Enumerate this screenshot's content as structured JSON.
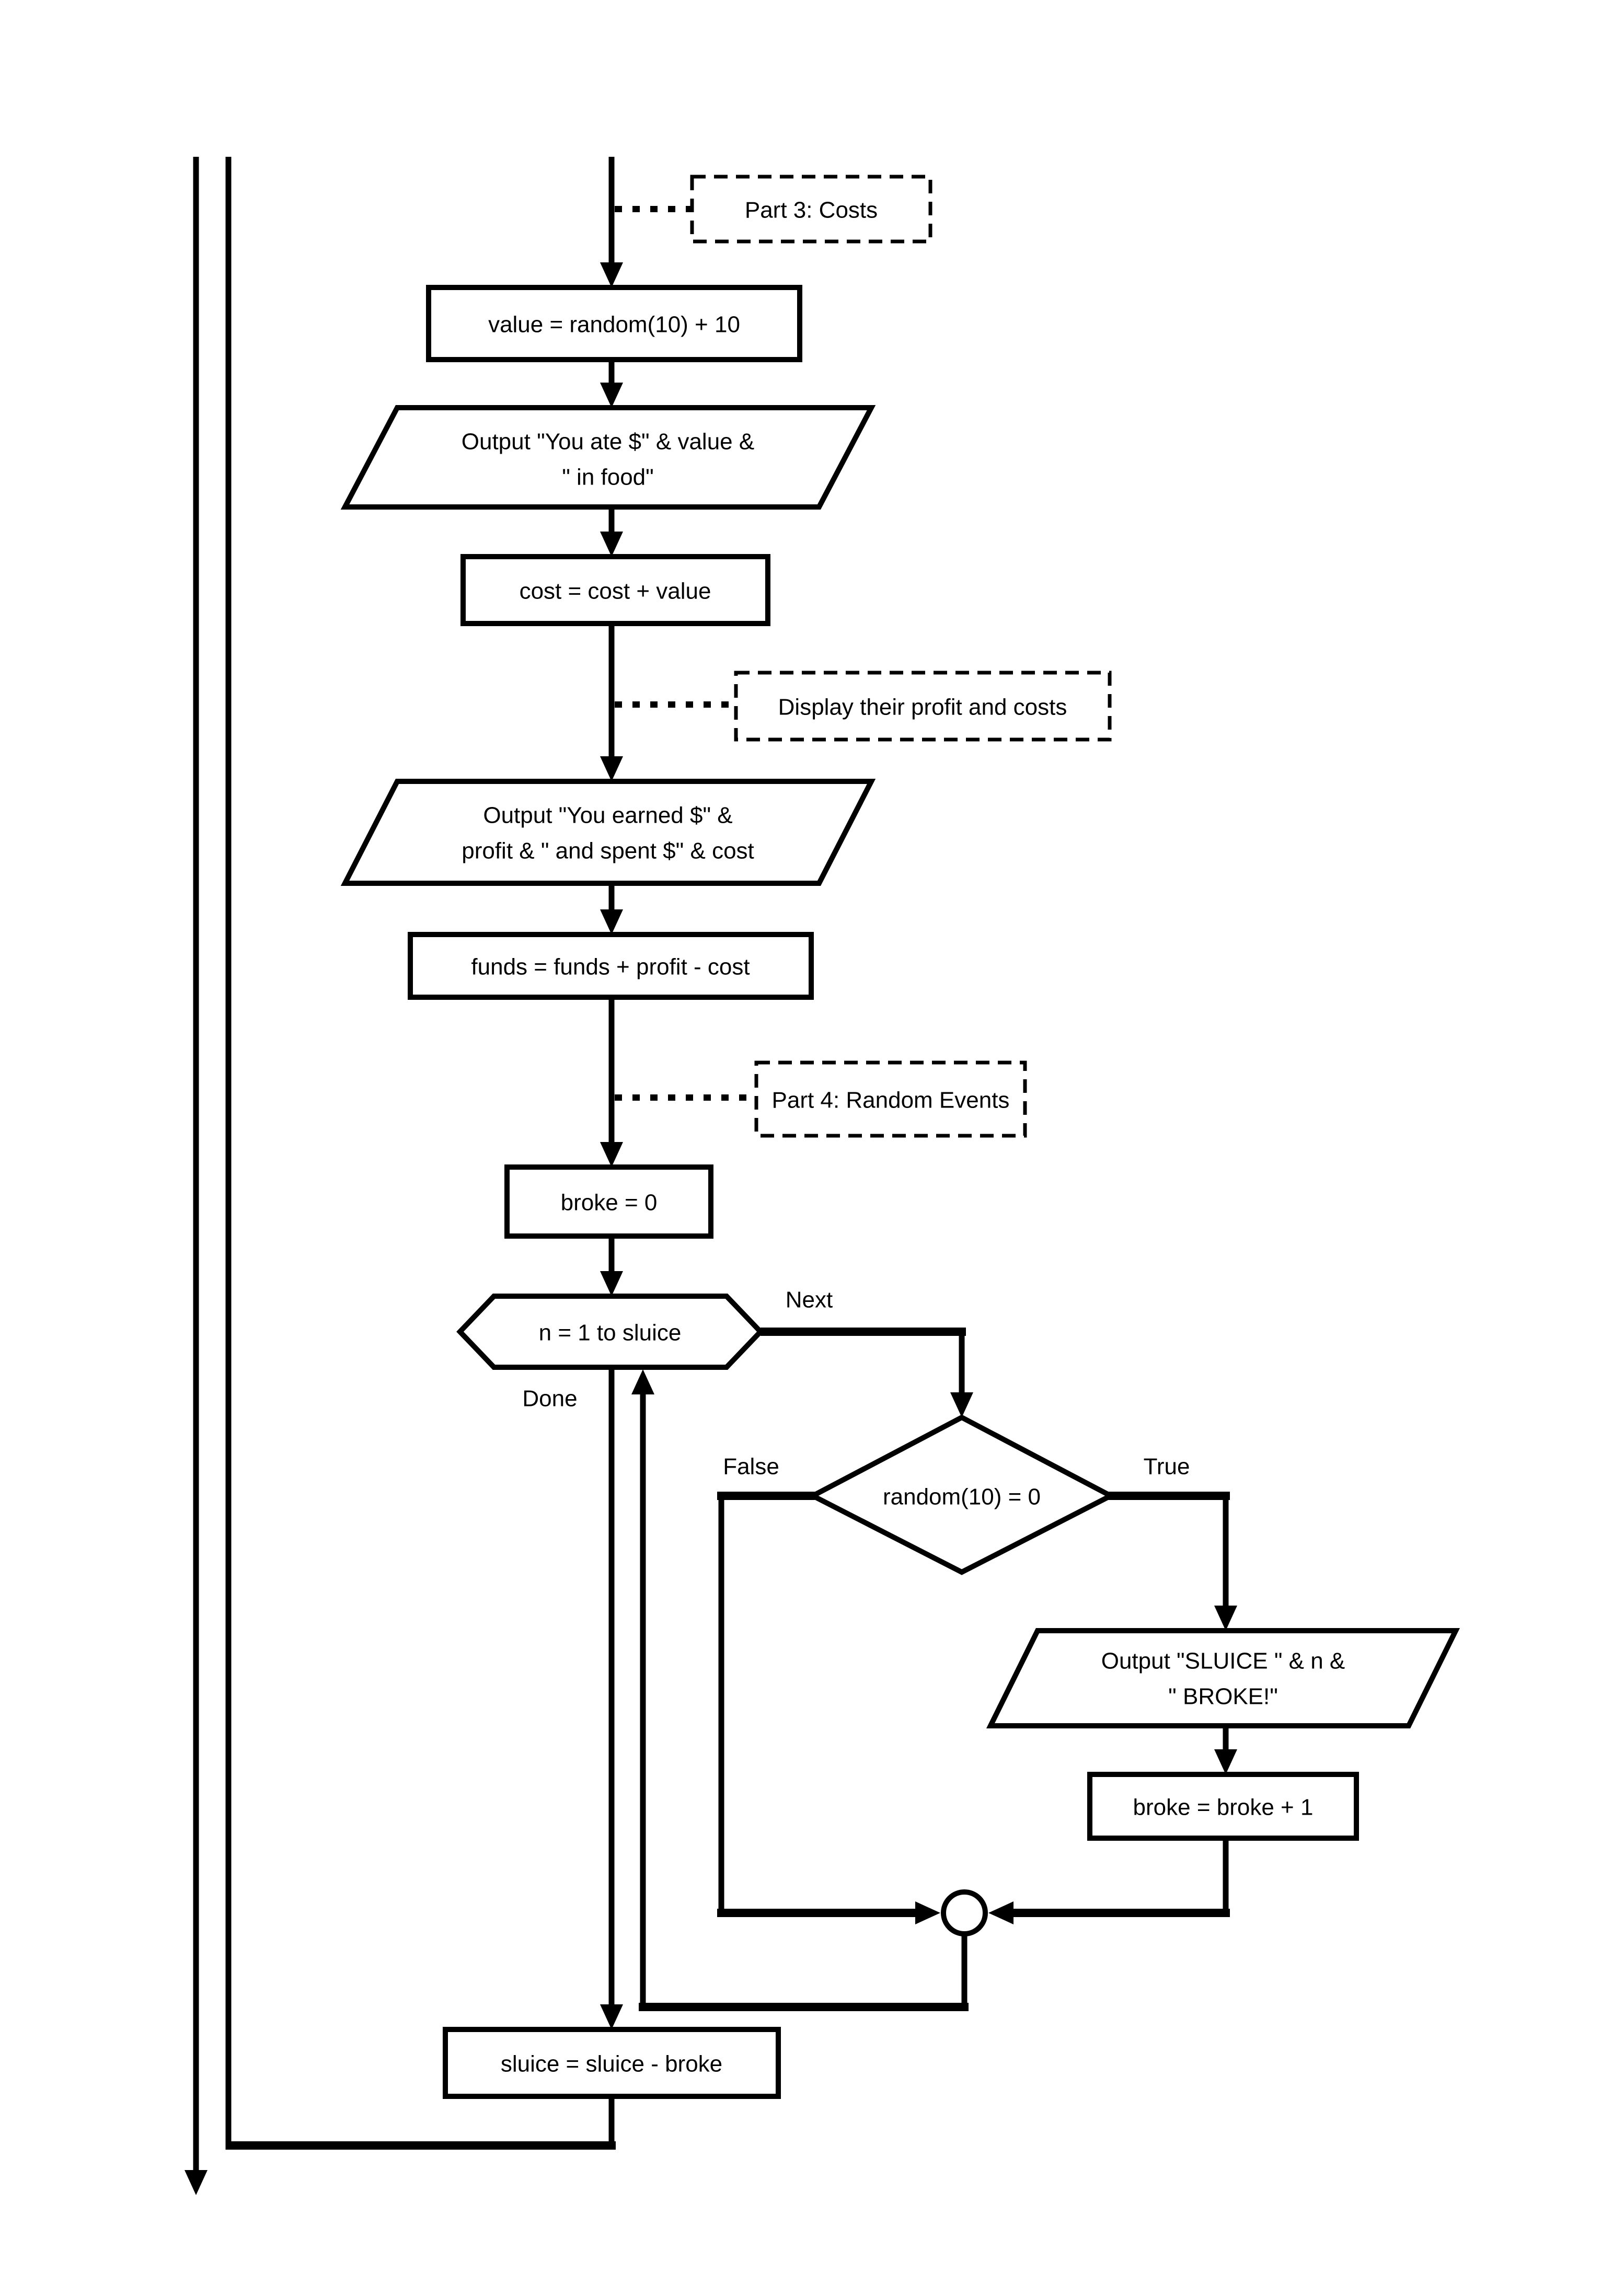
{
  "diagram": {
    "colors": {
      "line": "#000000",
      "shape_fill": "#ffffff",
      "text": "#000000",
      "background": "#ffffff"
    },
    "callouts": {
      "part3": {
        "label": "Part 3: Costs"
      },
      "display_profit": {
        "label": "Display their profit and costs"
      },
      "part4": {
        "label": "Part 4: Random Events"
      }
    },
    "nodes": {
      "value_assign": {
        "type": "process",
        "text": "value = random(10) + 10"
      },
      "output_food": {
        "type": "io",
        "line1": "Output \"You ate $\" & value &",
        "line2": "\" in food\""
      },
      "cost_assign": {
        "type": "process",
        "text": "cost = cost + value"
      },
      "output_earned": {
        "type": "io",
        "line1": "Output \"You earned $\" &",
        "line2": "profit & \" and spent $\" & cost"
      },
      "funds_assign": {
        "type": "process",
        "text": "funds = funds + profit - cost"
      },
      "broke_init": {
        "type": "process",
        "text": "broke = 0"
      },
      "loop_header": {
        "type": "loop",
        "text": "n = 1 to sluice"
      },
      "random_check": {
        "type": "decision",
        "text": "random(10) = 0"
      },
      "output_sluice_broke": {
        "type": "io",
        "line1": "Output \"SLUICE \" & n &",
        "line2": "\" BROKE!\""
      },
      "broke_increment": {
        "type": "process",
        "text": "broke = broke + 1"
      },
      "sluice_update": {
        "type": "process",
        "text": "sluice = sluice - broke"
      }
    },
    "edge_labels": {
      "next": "Next",
      "done": "Done",
      "false": "False",
      "true": "True"
    }
  }
}
